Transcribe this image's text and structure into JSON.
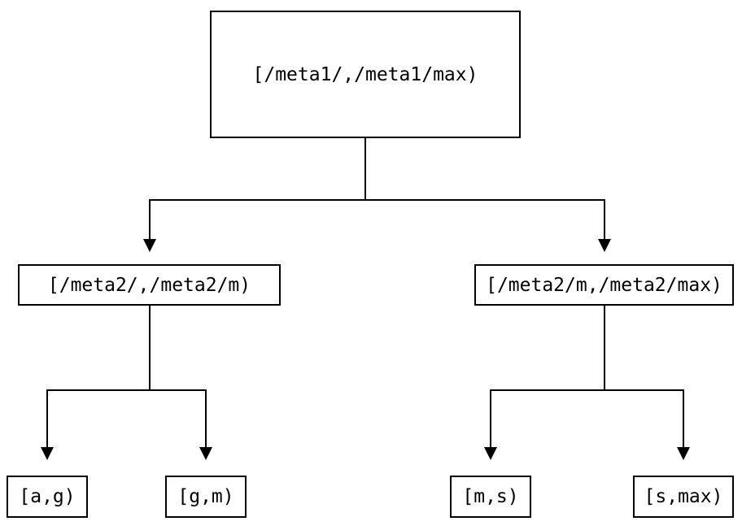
{
  "diagram": {
    "type": "tree",
    "background_color": "#ffffff",
    "line_color": "#000000",
    "nodes": {
      "root": {
        "label": "[/meta1/,/meta1/max)"
      },
      "level2_left": {
        "label": "[/meta2/,/meta2/m)"
      },
      "level2_right": {
        "label": "[/meta2/m,/meta2/max)"
      },
      "leaf_a_g": {
        "label": "[a,g)"
      },
      "leaf_g_m": {
        "label": "[g,m)"
      },
      "leaf_m_s": {
        "label": "[m,s)"
      },
      "leaf_s_max": {
        "label": "[s,max)"
      }
    },
    "edges": [
      {
        "from": "root",
        "to": "level2_left"
      },
      {
        "from": "root",
        "to": "level2_right"
      },
      {
        "from": "level2_left",
        "to": "leaf_a_g"
      },
      {
        "from": "level2_left",
        "to": "leaf_g_m"
      },
      {
        "from": "level2_right",
        "to": "leaf_m_s"
      },
      {
        "from": "level2_right",
        "to": "leaf_s_max"
      }
    ]
  }
}
